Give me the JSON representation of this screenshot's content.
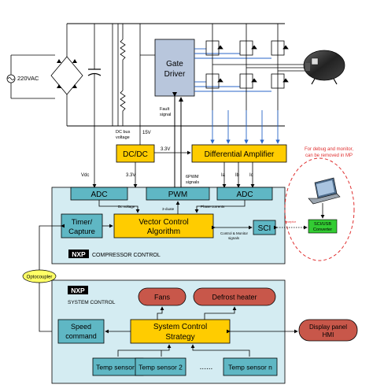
{
  "power_stage": {
    "ac_label": "220VAC",
    "gate_driver_line1": "Gate",
    "gate_driver_line2": "Driver",
    "dc_bus_line1": "DC bus",
    "dc_bus_line2": "voltage",
    "v15_label": "15V",
    "fault_line1": "Fault",
    "fault_line2": "signal",
    "v33_label_a": "3.3V",
    "v33_label_b": "3.3V",
    "vdc_label": "Vdc",
    "pwm_signals_line1": "6PWM",
    "pwm_signals_line2": "signals",
    "ia_label": "Ia",
    "ib_label": "Ib",
    "ic_label": "Ic"
  },
  "blocks": {
    "dcdc": "DC/DC",
    "diff_amp": "Differential Amplifier",
    "adc_left": "ADC",
    "pwm": "PWM",
    "adc_right": "ADC",
    "timer_line1": "Timer/",
    "timer_line2": "Capture",
    "vector_line1": "Vector Control",
    "vector_line2": "Algorithm",
    "sci": "SCI",
    "dc_voltage_small": "Dc voltage",
    "duty_small": "3-duate",
    "phase_currents_small": "Phase currents",
    "control_line1": "Control & Monitor",
    "control_line2": "signals"
  },
  "compressor_control": {
    "logo": "NXP",
    "title": "COMPRESSOR CONTROL"
  },
  "debug": {
    "note_line1": "For debug and monitor,",
    "note_line2": "can be removed in MP",
    "converter_line1": "SCI/USB",
    "converter_line2": "Converter",
    "link_small": "receptor"
  },
  "optocoupler": "Optocoupler",
  "system_control": {
    "logo": "NXP",
    "title": "SYSTEM CONTROL",
    "fans": "Fans",
    "defrost": "Defrost heater",
    "speed_line1": "Speed",
    "speed_line2": "command",
    "strategy_line1": "System Control",
    "strategy_line2": "Strategy",
    "display_line1": "Display panel",
    "display_line2": "HMI",
    "sensor1": "Temp sensor 1",
    "sensor2": "Temp sensor 2",
    "ellipsis": "......",
    "sensorn": "Temp sensor n"
  },
  "colors": {
    "panel_fill": "#d4ecf2",
    "block_teal": "#5fb7c4",
    "block_yellow": "#ffcc00",
    "block_red": "#c8574a",
    "converter_green": "#33cc33",
    "note_red": "#e03030",
    "gate_driver_fill": "#b8c6dc"
  }
}
